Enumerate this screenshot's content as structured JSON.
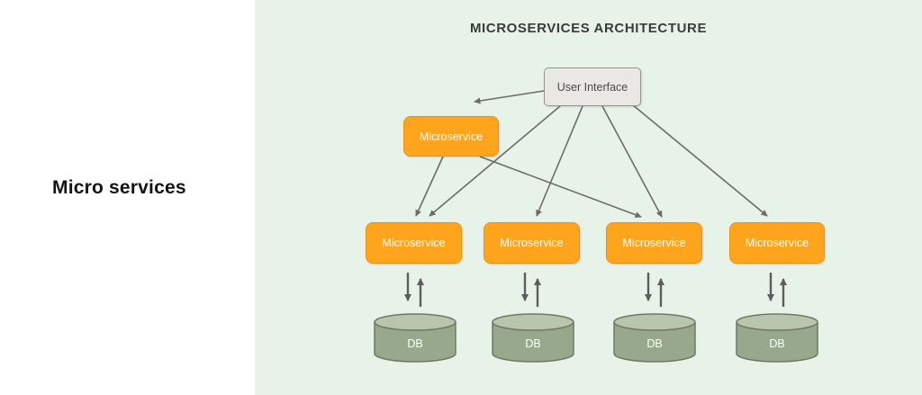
{
  "left_panel": {
    "label": "Micro services"
  },
  "diagram": {
    "title": "MICROSERVICES ARCHITECTURE",
    "user_interface": {
      "label": "User Interface"
    },
    "gateway": {
      "label": "Microservice"
    },
    "microservices": [
      {
        "label": "Microservice"
      },
      {
        "label": "Microservice"
      },
      {
        "label": "Microservice"
      },
      {
        "label": "Microservice"
      }
    ],
    "databases": [
      {
        "label": "DB"
      },
      {
        "label": "DB"
      },
      {
        "label": "DB"
      },
      {
        "label": "DB"
      }
    ]
  },
  "colors": {
    "panel_background": "#e7f2e9",
    "left_background": "#ffffff",
    "microservice_fill": "#ffa51d",
    "microservice_border": "#ea940a",
    "microservice_text": "#ffffff",
    "ui_box_fill": "#eae8e4",
    "ui_box_border": "#95938f",
    "db_fill": "#97a88c",
    "db_top_fill": "#b9c5ad",
    "db_border": "#6d7a63",
    "arrow_color": "#6f6b67",
    "title_color": "#3b3b3b"
  }
}
